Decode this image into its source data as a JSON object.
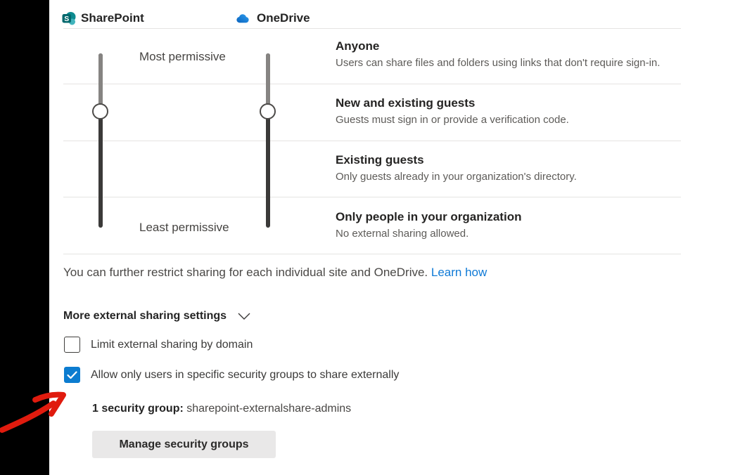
{
  "header": {
    "sharepoint_label": "SharePoint",
    "onedrive_label": "OneDrive"
  },
  "slider": {
    "most_label": "Most permissive",
    "least_label": "Least permissive",
    "selected_level": "New and existing guests",
    "sharepoint_value": "New and existing guests",
    "onedrive_value": "New and existing guests"
  },
  "options": [
    {
      "title": "Anyone",
      "description": "Users can share files and folders using links that don't require sign-in."
    },
    {
      "title": "New and existing guests",
      "description": "Guests must sign in or provide a verification code."
    },
    {
      "title": "Existing guests",
      "description": "Only guests already in your organization's directory."
    },
    {
      "title": "Only people in your organization",
      "description": "No external sharing allowed."
    }
  ],
  "footer": {
    "restrict_text": "You can further restrict sharing for each individual site and OneDrive. ",
    "learn_link": "Learn how"
  },
  "more_settings": {
    "heading": "More external sharing settings",
    "checkboxes": [
      {
        "label": "Limit external sharing by domain",
        "checked": false
      },
      {
        "label": "Allow only users in specific security groups to share externally",
        "checked": true
      }
    ],
    "security_group_label": "1 security group:",
    "security_group_value": " sharepoint-externalshare-admins",
    "manage_button": "Manage security groups"
  },
  "icons": {
    "sharepoint": "sharepoint-logo-icon",
    "onedrive": "onedrive-cloud-icon",
    "chevron": "chevron-down-icon",
    "checkmark": "checkmark-icon",
    "annotation": "red-arrow-annotation"
  },
  "colors": {
    "checkbox_checked": "#0c7cd0",
    "link_blue": "#0f7ad6",
    "slider_track_upper": "#868482",
    "slider_track_lower": "#3b3a39",
    "button_bg": "#e9e8e8",
    "annotation_red": "#e01b0e",
    "sidebar_black": "#000000"
  }
}
